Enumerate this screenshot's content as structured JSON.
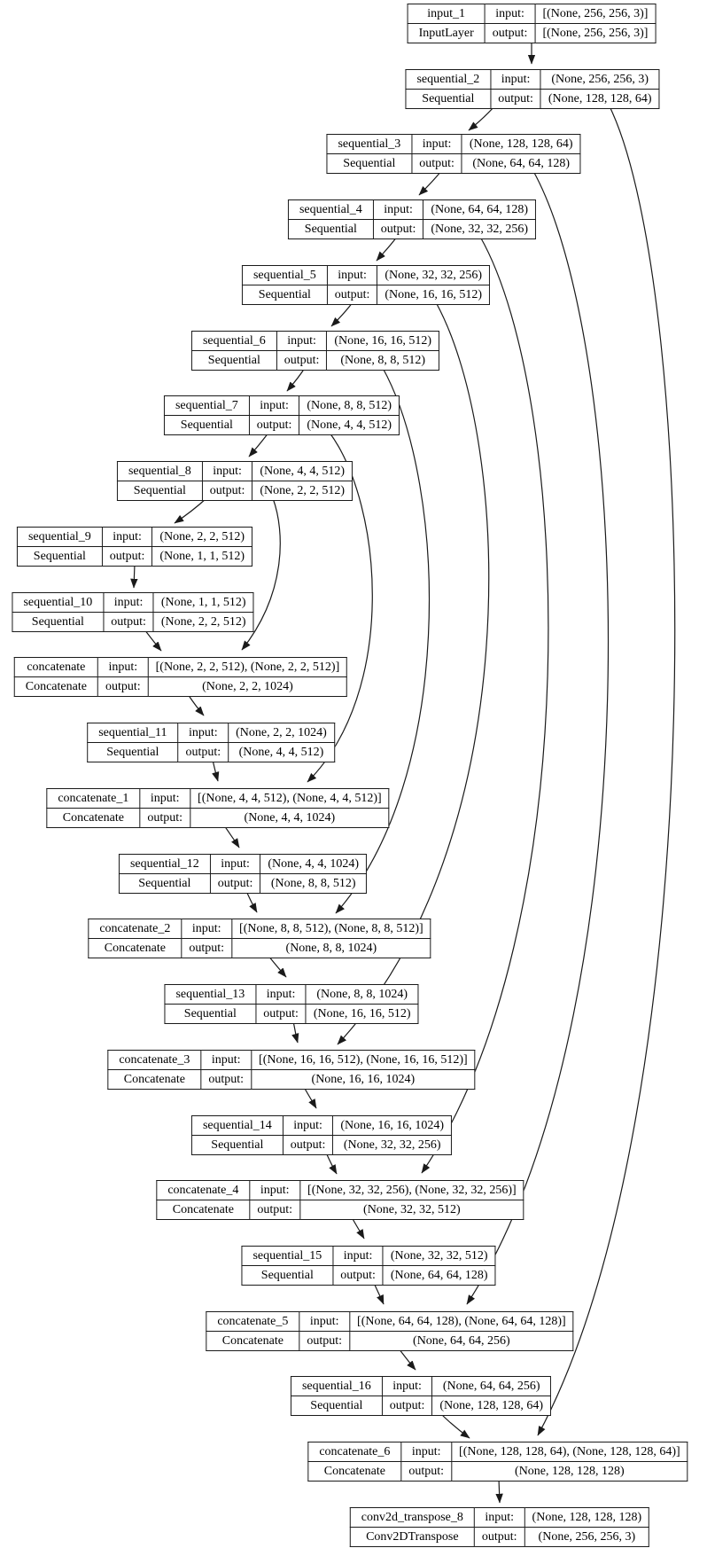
{
  "diagram": {
    "kind": "keras-model-architecture-graph",
    "io_labels": {
      "input": "input:",
      "output": "output:"
    },
    "edge_color": "#1a1a1a",
    "node_border_color": "#1a1a1a",
    "nodes": [
      {
        "name": "input_1",
        "class": "InputLayer",
        "input_shape": "[(None, 256, 256, 3)]",
        "output_shape": "[(None, 256, 256, 3)]"
      },
      {
        "name": "sequential_2",
        "class": "Sequential",
        "input_shape": "(None, 256, 256, 3)",
        "output_shape": "(None, 128, 128, 64)"
      },
      {
        "name": "sequential_3",
        "class": "Sequential",
        "input_shape": "(None, 128, 128, 64)",
        "output_shape": "(None, 64, 64, 128)"
      },
      {
        "name": "sequential_4",
        "class": "Sequential",
        "input_shape": "(None, 64, 64, 128)",
        "output_shape": "(None, 32, 32, 256)"
      },
      {
        "name": "sequential_5",
        "class": "Sequential",
        "input_shape": "(None, 32, 32, 256)",
        "output_shape": "(None, 16, 16, 512)"
      },
      {
        "name": "sequential_6",
        "class": "Sequential",
        "input_shape": "(None, 16, 16, 512)",
        "output_shape": "(None, 8, 8, 512)"
      },
      {
        "name": "sequential_7",
        "class": "Sequential",
        "input_shape": "(None, 8, 8, 512)",
        "output_shape": "(None, 4, 4, 512)"
      },
      {
        "name": "sequential_8",
        "class": "Sequential",
        "input_shape": "(None, 4, 4, 512)",
        "output_shape": "(None, 2, 2, 512)"
      },
      {
        "name": "sequential_9",
        "class": "Sequential",
        "input_shape": "(None, 2, 2, 512)",
        "output_shape": "(None, 1, 1, 512)"
      },
      {
        "name": "sequential_10",
        "class": "Sequential",
        "input_shape": "(None, 1, 1, 512)",
        "output_shape": "(None, 2, 2, 512)"
      },
      {
        "name": "concatenate",
        "class": "Concatenate",
        "input_shape": "[(None, 2, 2, 512), (None, 2, 2, 512)]",
        "output_shape": "(None, 2, 2, 1024)"
      },
      {
        "name": "sequential_11",
        "class": "Sequential",
        "input_shape": "(None, 2, 2, 1024)",
        "output_shape": "(None, 4, 4, 512)"
      },
      {
        "name": "concatenate_1",
        "class": "Concatenate",
        "input_shape": "[(None, 4, 4, 512), (None, 4, 4, 512)]",
        "output_shape": "(None, 4, 4, 1024)"
      },
      {
        "name": "sequential_12",
        "class": "Sequential",
        "input_shape": "(None, 4, 4, 1024)",
        "output_shape": "(None, 8, 8, 512)"
      },
      {
        "name": "concatenate_2",
        "class": "Concatenate",
        "input_shape": "[(None, 8, 8, 512), (None, 8, 8, 512)]",
        "output_shape": "(None, 8, 8, 1024)"
      },
      {
        "name": "sequential_13",
        "class": "Sequential",
        "input_shape": "(None, 8, 8, 1024)",
        "output_shape": "(None, 16, 16, 512)"
      },
      {
        "name": "concatenate_3",
        "class": "Concatenate",
        "input_shape": "[(None, 16, 16, 512), (None, 16, 16, 512)]",
        "output_shape": "(None, 16, 16, 1024)"
      },
      {
        "name": "sequential_14",
        "class": "Sequential",
        "input_shape": "(None, 16, 16, 1024)",
        "output_shape": "(None, 32, 32, 256)"
      },
      {
        "name": "concatenate_4",
        "class": "Concatenate",
        "input_shape": "[(None, 32, 32, 256), (None, 32, 32, 256)]",
        "output_shape": "(None, 32, 32, 512)"
      },
      {
        "name": "sequential_15",
        "class": "Sequential",
        "input_shape": "(None, 32, 32, 512)",
        "output_shape": "(None, 64, 64, 128)"
      },
      {
        "name": "concatenate_5",
        "class": "Concatenate",
        "input_shape": "[(None, 64, 64, 128), (None, 64, 64, 128)]",
        "output_shape": "(None, 64, 64, 256)"
      },
      {
        "name": "sequential_16",
        "class": "Sequential",
        "input_shape": "(None, 64, 64, 256)",
        "output_shape": "(None, 128, 128, 64)"
      },
      {
        "name": "concatenate_6",
        "class": "Concatenate",
        "input_shape": "[(None, 128, 128, 64), (None, 128, 128, 64)]",
        "output_shape": "(None, 128, 128, 128)"
      },
      {
        "name": "conv2d_transpose_8",
        "class": "Conv2DTranspose",
        "input_shape": "(None, 128, 128, 128)",
        "output_shape": "(None, 256, 256, 3)"
      }
    ],
    "edges": [
      {
        "from": "input_1",
        "to": "sequential_2"
      },
      {
        "from": "sequential_2",
        "to": "sequential_3"
      },
      {
        "from": "sequential_2",
        "to": "concatenate_6"
      },
      {
        "from": "sequential_3",
        "to": "sequential_4"
      },
      {
        "from": "sequential_3",
        "to": "concatenate_5"
      },
      {
        "from": "sequential_4",
        "to": "sequential_5"
      },
      {
        "from": "sequential_4",
        "to": "concatenate_4"
      },
      {
        "from": "sequential_5",
        "to": "sequential_6"
      },
      {
        "from": "sequential_5",
        "to": "concatenate_3"
      },
      {
        "from": "sequential_6",
        "to": "sequential_7"
      },
      {
        "from": "sequential_6",
        "to": "concatenate_2"
      },
      {
        "from": "sequential_7",
        "to": "sequential_8"
      },
      {
        "from": "sequential_7",
        "to": "concatenate_1"
      },
      {
        "from": "sequential_8",
        "to": "sequential_9"
      },
      {
        "from": "sequential_8",
        "to": "concatenate"
      },
      {
        "from": "sequential_9",
        "to": "sequential_10"
      },
      {
        "from": "sequential_10",
        "to": "concatenate"
      },
      {
        "from": "concatenate",
        "to": "sequential_11"
      },
      {
        "from": "sequential_11",
        "to": "concatenate_1"
      },
      {
        "from": "concatenate_1",
        "to": "sequential_12"
      },
      {
        "from": "sequential_12",
        "to": "concatenate_2"
      },
      {
        "from": "concatenate_2",
        "to": "sequential_13"
      },
      {
        "from": "sequential_13",
        "to": "concatenate_3"
      },
      {
        "from": "concatenate_3",
        "to": "sequential_14"
      },
      {
        "from": "sequential_14",
        "to": "concatenate_4"
      },
      {
        "from": "concatenate_4",
        "to": "sequential_15"
      },
      {
        "from": "sequential_15",
        "to": "concatenate_5"
      },
      {
        "from": "concatenate_5",
        "to": "sequential_16"
      },
      {
        "from": "sequential_16",
        "to": "concatenate_6"
      },
      {
        "from": "concatenate_6",
        "to": "conv2d_transpose_8"
      }
    ]
  }
}
